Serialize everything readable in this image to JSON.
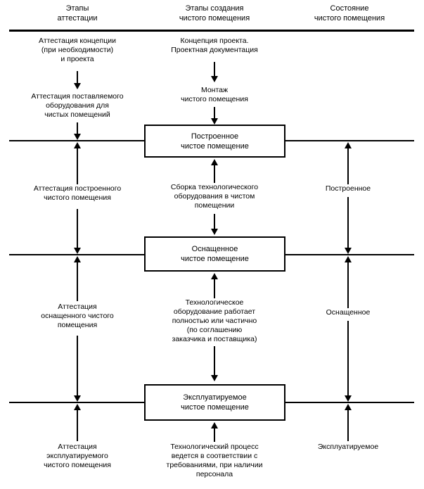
{
  "diagram": {
    "title_columns": [
      {
        "id": "qualification-stages",
        "text": "Этапы\nаттестации"
      },
      {
        "id": "cleanroom-creation-stages",
        "text": "Этапы создания\nчистого помещения"
      },
      {
        "id": "cleanroom-state",
        "text": "Состояние\nчистого помещения"
      }
    ],
    "left_column": [
      {
        "id": "concept-design-qualification",
        "text": "Аттестация концепции\n(при необходимости)\nи проекта"
      },
      {
        "id": "supplied-equipment-qualification",
        "text": "Аттестация поставляемого\nоборудования для\nчистых помещений"
      },
      {
        "id": "as-built-qualification",
        "text": "Аттестация построенного\nчистого помещения"
      },
      {
        "id": "at-rest-qualification",
        "text": "Аттестация\nоснащенного чистого\nпомещения"
      },
      {
        "id": "operational-qualification",
        "text": "Аттестация\nэксплуатируемого\nчистого помещения"
      }
    ],
    "middle_column": [
      {
        "id": "project-concept",
        "text": "Концепция проекта.\nПроектная документация"
      },
      {
        "id": "cleanroom-installation",
        "text": "Монтаж\nчистого помещения"
      },
      {
        "id": "equipment-assembly",
        "text": "Сборка технологического\nоборудования в чистом\nпомещении"
      },
      {
        "id": "equipment-operating",
        "text": "Технологическое\nоборудование работает\nполностью или частично\n(по соглашению\nзаказчика и поставщика)"
      },
      {
        "id": "process-running",
        "text": "Технологический процесс\nведется в соответствии с\nтребованиями, при наличии\nперсонала"
      }
    ],
    "state_boxes": [
      {
        "id": "as-built-cleanroom",
        "text": "Построенное\nчистое помещение"
      },
      {
        "id": "at-rest-cleanroom",
        "text": "Оснащенное\nчистое помещение"
      },
      {
        "id": "operational-cleanroom",
        "text": "Эксплуатируемое\nчистое помещение"
      }
    ],
    "right_column": [
      {
        "id": "state-as-built",
        "text": "Построенное"
      },
      {
        "id": "state-at-rest",
        "text": "Оснащенное"
      },
      {
        "id": "state-operational",
        "text": "Эксплуатируемое"
      }
    ],
    "colors": {
      "ink": "#000000",
      "paper": "#ffffff"
    }
  }
}
